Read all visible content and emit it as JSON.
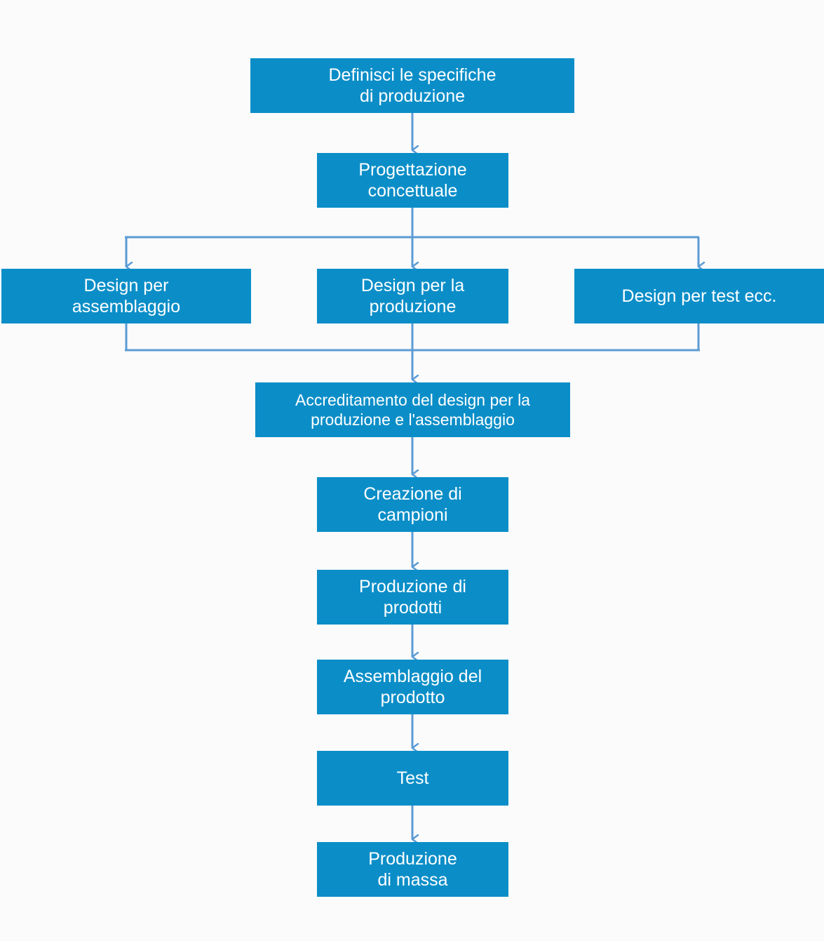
{
  "colors": {
    "box": "#0b8ec8",
    "text": "#ffffff",
    "connector": "#5b9bd5",
    "background": "#fbfbfb"
  },
  "nodes": {
    "specs": "Definisci le specifiche\ndi produzione",
    "concept": "Progettazione\nconcettuale",
    "dfa": "Design per\nassemblaggio",
    "dfm": "Design per la\nproduzione",
    "dft": "Design per test ecc.",
    "accreditation": "Accreditamento del design per la\nproduzione e l'assemblaggio",
    "samples": "Creazione di\ncampioni",
    "products": "Produzione di\nprodotti",
    "assembly": "Assemblaggio del\nprodotto",
    "test": "Test",
    "mass": "Produzione\ndi massa"
  }
}
